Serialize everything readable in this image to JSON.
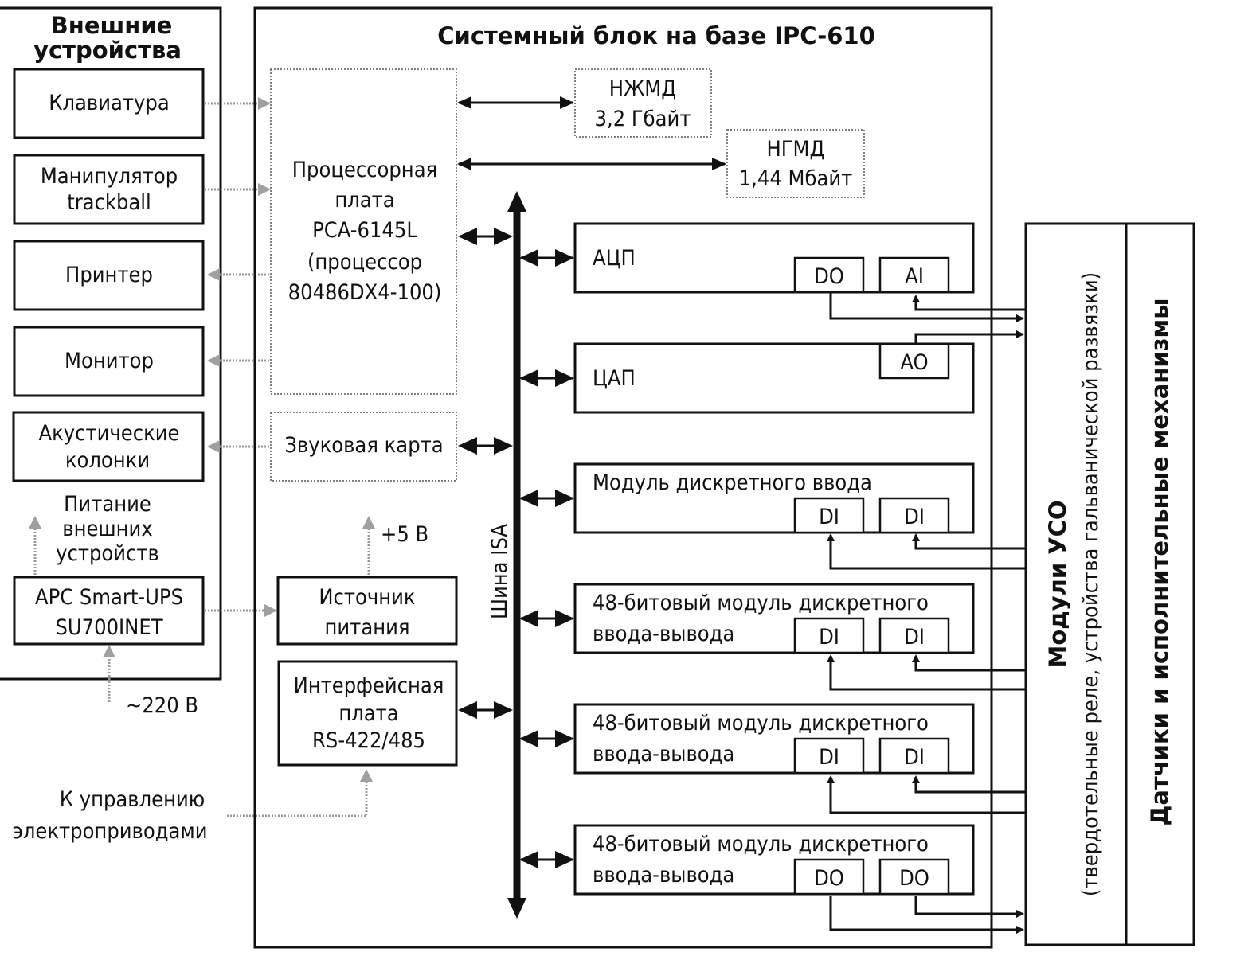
{
  "external": {
    "title": [
      "Внешние",
      "устройства"
    ],
    "devices": [
      {
        "label": [
          "Клавиатура"
        ]
      },
      {
        "label": [
          "Манипулятор",
          "trackball"
        ]
      },
      {
        "label": [
          "Принтер"
        ]
      },
      {
        "label": [
          "Монитор"
        ]
      },
      {
        "label": [
          "Акустические",
          "колонки"
        ]
      }
    ],
    "power_label": [
      "Питание",
      "внешних",
      "устройств"
    ],
    "ups": [
      "APC Smart-UPS",
      "SU700INET"
    ],
    "mains": "~220 В",
    "drives_control": [
      "К управлению",
      "электроприводами"
    ]
  },
  "system": {
    "title": "Системный блок на базе IPC-610",
    "cpu": [
      "Процессорная",
      "плата",
      "PCA-6145L",
      "(процессор",
      "80486DX4-100)"
    ],
    "hdd": [
      "НЖМД",
      "3,2 Гбайт"
    ],
    "fdd": [
      "НГМД",
      "1,44 Мбайт"
    ],
    "sound": "Звуковая карта",
    "psu": [
      "Источник",
      "питания"
    ],
    "psu_out": "+5 В",
    "iface": [
      "Интерфейсная",
      "плата",
      "RS-422/485"
    ],
    "bus": "Шина ISA",
    "modules": [
      {
        "title": [
          "АЦП"
        ],
        "ports": [
          "DO",
          "AI"
        ]
      },
      {
        "title": [
          "ЦАП"
        ],
        "ports": [
          "AO"
        ]
      },
      {
        "title": [
          "Модуль дискретного ввода"
        ],
        "ports": [
          "DI",
          "DI"
        ]
      },
      {
        "title": [
          "48-битовый модуль дискретного",
          "ввода-вывода"
        ],
        "ports": [
          "DI",
          "DI"
        ]
      },
      {
        "title": [
          "48-битовый модуль дискретного",
          "ввода-вывода"
        ],
        "ports": [
          "DI",
          "DI"
        ]
      },
      {
        "title": [
          "48-битовый модуль дискретного",
          "ввода-вывода"
        ],
        "ports": [
          "DO",
          "DO"
        ]
      }
    ]
  },
  "uso": {
    "title": "Модули УСО",
    "subtitle": "(твердотельные реле, устройства гальванической развязки)"
  },
  "sensors": "Датчики и исполнительные механизмы"
}
